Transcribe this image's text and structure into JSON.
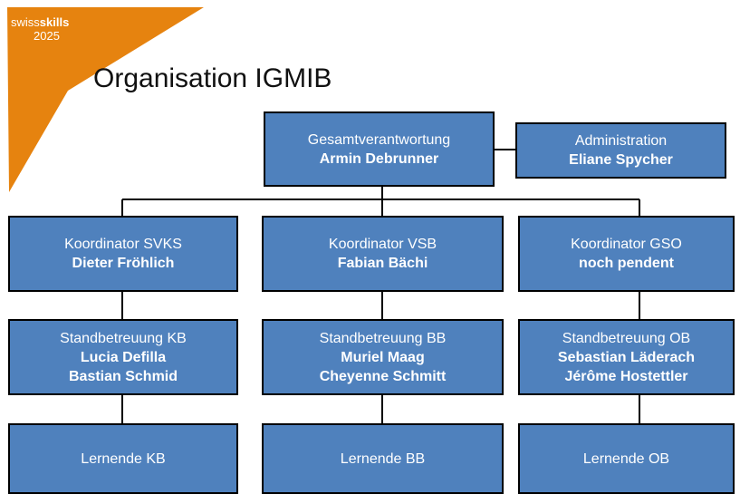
{
  "logo": {
    "brand_part1": "swiss",
    "brand_part2": "skills",
    "year": "2025"
  },
  "title": "Organisation IGMIB",
  "top": {
    "role": "Gesamtverantwortung",
    "person": "Armin Debrunner"
  },
  "admin": {
    "role": "Administration",
    "person": "Eliane Spycher"
  },
  "columns": [
    {
      "coordinator": {
        "role": "Koordinator SVKS",
        "person": "Dieter Fröhlich"
      },
      "support": {
        "role": "Standbetreuung KB",
        "persons": [
          "Lucia Defilla",
          "Bastian Schmid"
        ]
      },
      "learners": "Lernende KB"
    },
    {
      "coordinator": {
        "role": "Koordinator VSB",
        "person": "Fabian Bächi"
      },
      "support": {
        "role": "Standbetreuung BB",
        "persons": [
          "Muriel Maag",
          "Cheyenne Schmitt"
        ]
      },
      "learners": "Lernende BB"
    },
    {
      "coordinator": {
        "role": "Koordinator GSO",
        "person": "noch pendent"
      },
      "support": {
        "role": "Standbetreuung OB",
        "persons": [
          "Sebastian Läderach",
          "Jérôme Hostettler"
        ]
      },
      "learners": "Lernende OB"
    }
  ],
  "colors": {
    "box_fill": "#4f81bd",
    "logo_orange": "#e6830f"
  }
}
